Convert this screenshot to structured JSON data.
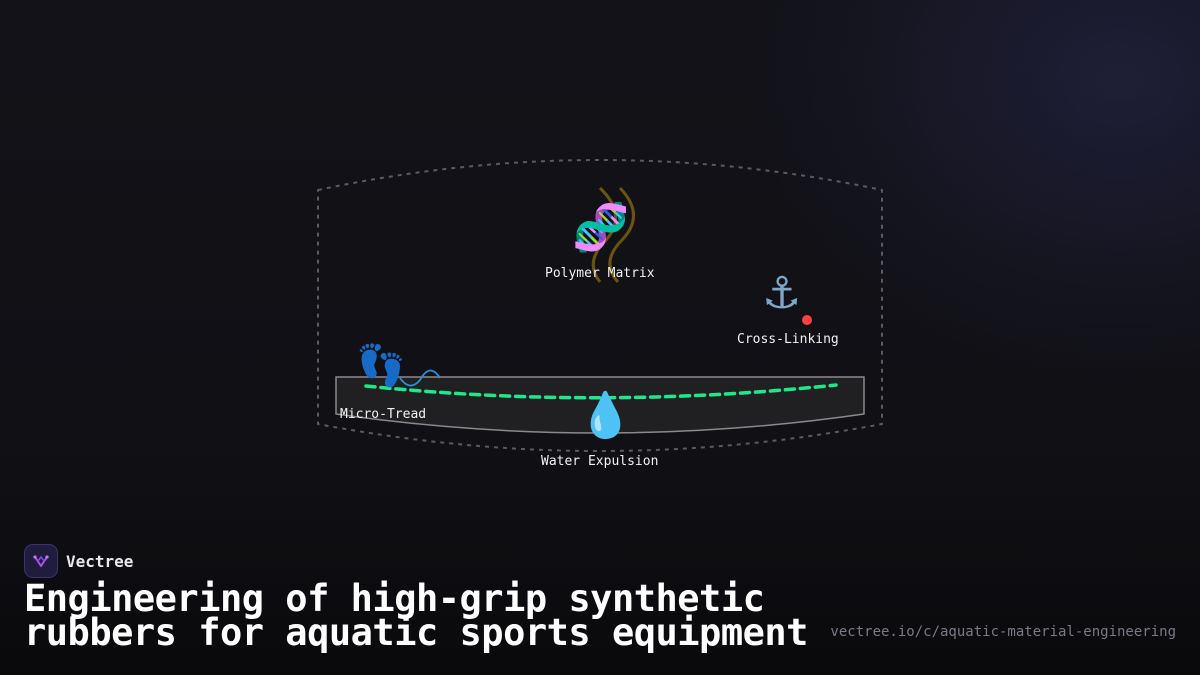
{
  "brand": {
    "name": "Vectree"
  },
  "title": "Engineering of high-grip synthetic rubbers for aquatic sports equipment",
  "url": "vectree.io/c/aquatic-material-engineering",
  "diagram": {
    "nodes": {
      "polymer_matrix": {
        "label": "Polymer Matrix",
        "icon": "🧬"
      },
      "cross_linking": {
        "label": "Cross-Linking",
        "icon": "⚓"
      },
      "micro_tread": {
        "label": "Micro-Tread",
        "icon": "👣"
      },
      "water_expulsion": {
        "label": "Water Expulsion",
        "icon": "💧"
      }
    }
  },
  "colors": {
    "background": "#111116",
    "tread_line": "#1ee88a",
    "strand": "#6b5410",
    "wave": "#2a8fd6",
    "crosslink_dot": "#ff4040",
    "outline": "#5a5a62"
  }
}
